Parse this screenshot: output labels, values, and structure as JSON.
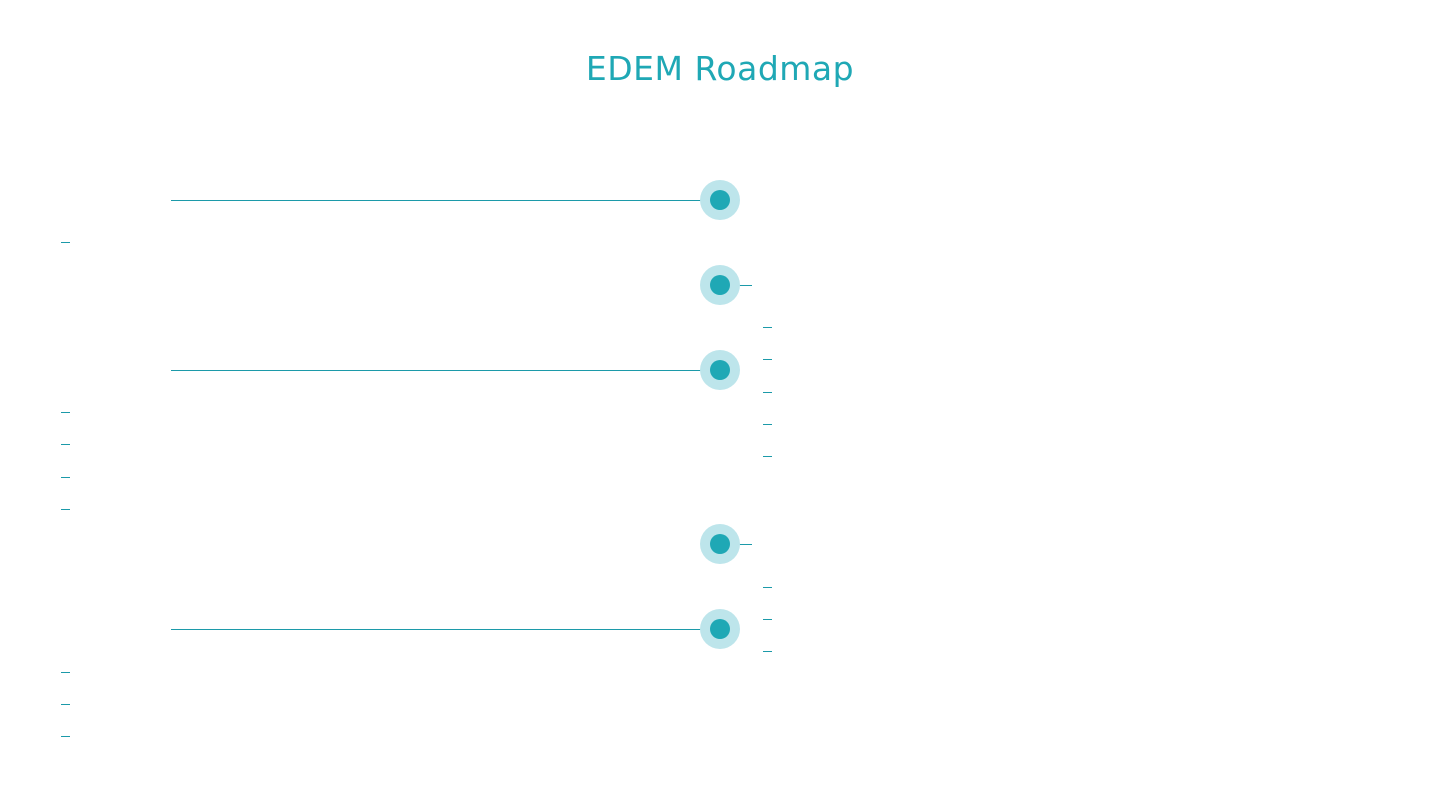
{
  "title": "EDEM Roadmap",
  "colors": {
    "accent": "#1fa8b5",
    "node_halo": "#bde5eb",
    "line": "#1c9aa9"
  },
  "milestones": [
    {
      "side": "left",
      "items": 1
    },
    {
      "side": "right",
      "items": 5
    },
    {
      "side": "left",
      "items": 4
    },
    {
      "side": "right",
      "items": 3
    },
    {
      "side": "left",
      "items": 3
    }
  ]
}
